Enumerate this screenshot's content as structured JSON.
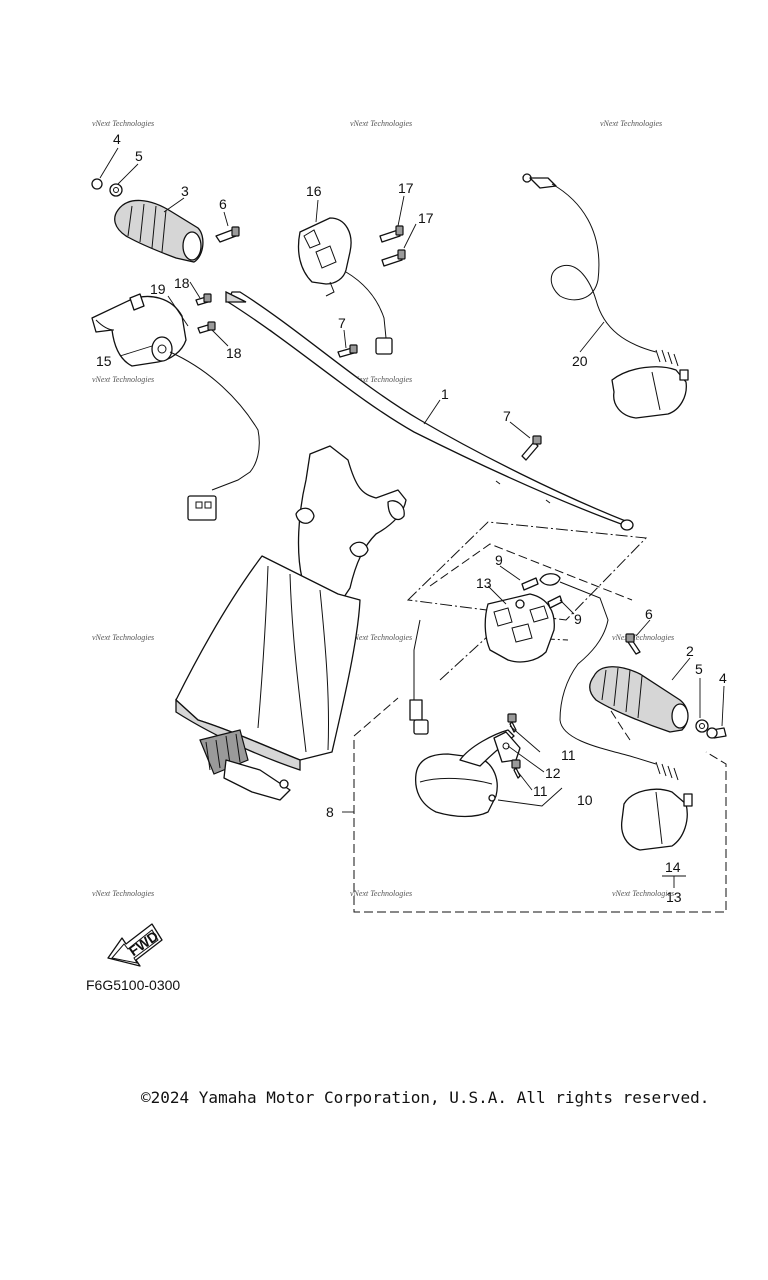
{
  "diagram": {
    "code": "F6G5100-0300",
    "fwd_label": "FWD",
    "watermark": "vNext Technologies",
    "callouts": [
      "1",
      "2",
      "3",
      "4",
      "4",
      "5",
      "5",
      "6",
      "6",
      "7",
      "7",
      "8",
      "9",
      "9",
      "10",
      "11",
      "11",
      "12",
      "13",
      "13",
      "14",
      "15",
      "16",
      "17",
      "17",
      "18",
      "18",
      "19",
      "20"
    ]
  },
  "footer": {
    "copyright": "©2024 Yamaha Motor Corporation, U.S.A. All rights reserved."
  }
}
